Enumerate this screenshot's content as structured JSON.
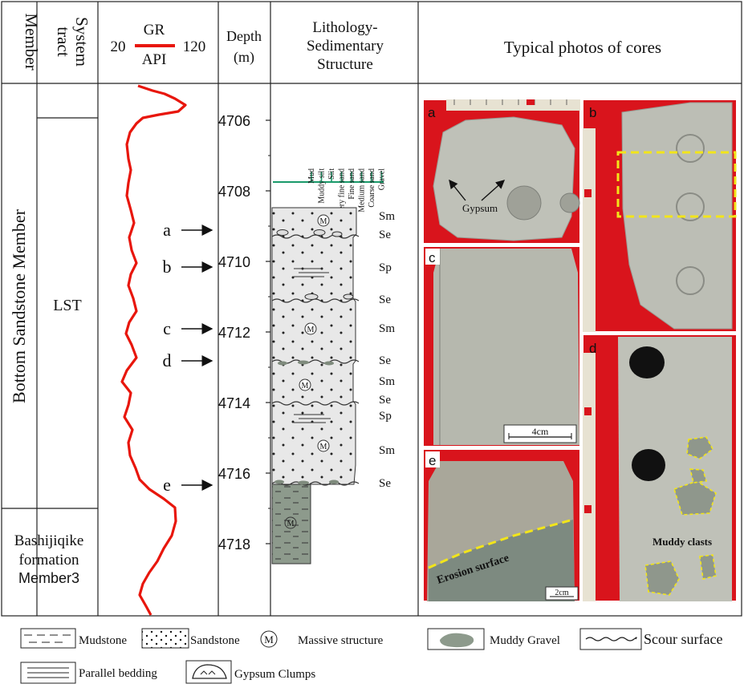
{
  "headers": {
    "member": "Member",
    "system_tract_1": "System",
    "system_tract_2": "tract",
    "gr_label": "GR",
    "gr_min": "20",
    "gr_max": "120",
    "gr_unit": "API",
    "depth_1": "Depth",
    "depth_2": "(m)",
    "litho_1": "Lithology-",
    "litho_2": "Sedimentary",
    "litho_3": "Structure",
    "photos": "Typical photos of cores"
  },
  "columns": {
    "member_main": "Bottom Sandstone Member",
    "member_lower_1": "Bashijiqike",
    "member_lower_2": "formation",
    "member_lower_3": "Member3",
    "system_tract": "LST"
  },
  "depth_ticks": [
    "4706",
    "4708",
    "4710",
    "4712",
    "4714",
    "4716",
    "4718"
  ],
  "grain_size_scale": [
    "Mud",
    "Muddy silt",
    "Slit",
    "Very fine sand",
    "Fine sand",
    "Medium sand",
    "Coarse sand",
    "Gravel"
  ],
  "sample_markers": [
    "a",
    "b",
    "c",
    "d",
    "e"
  ],
  "facies_codes": [
    "Sm",
    "Se",
    "Sp",
    "Se",
    "Sm",
    "Se",
    "Sm",
    "Se",
    "Sp",
    "Sm",
    "Se"
  ],
  "massive_symbol": "M",
  "photos": {
    "a_label": "a",
    "b_label": "b",
    "c_label": "c",
    "d_label": "d",
    "e_label": "e",
    "gypsum": "Gypsum",
    "scale_4cm": "4cm",
    "scale_2cm": "2cm",
    "erosion": "Erosion surface",
    "muddy_clasts": "Muddy clasts"
  },
  "legend": {
    "mudstone": "Mudstone",
    "sandstone": "Sandstone",
    "massive": "Massive structure",
    "muddy_gravel": "Muddy Gravel",
    "scour": "Scour surface",
    "parallel": "Parallel bedding",
    "gypsum": "Gypsum Clumps"
  },
  "colors": {
    "gr_curve": "#e8160c",
    "grain_scale": "#1a9a6a",
    "core_background": "#d9141c",
    "core_rock": "#b9bbb3",
    "mudstone_fill": "#8d9a8c",
    "annotation": "#f2e51a"
  }
}
